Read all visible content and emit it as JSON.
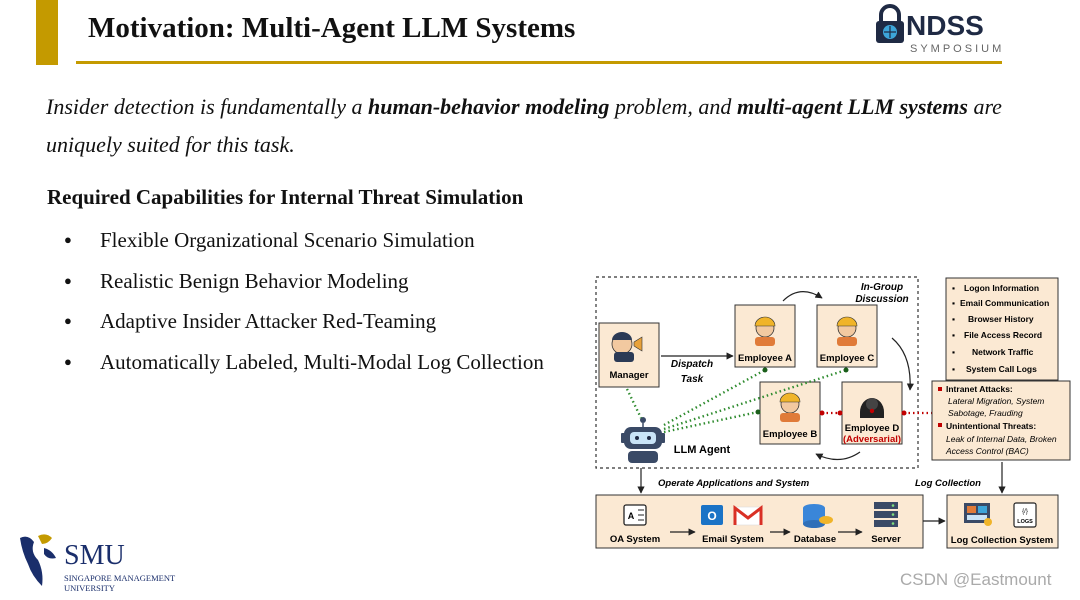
{
  "slide": {
    "title": "Motivation: Multi-Agent LLM Systems",
    "intro": {
      "p1": "Insider detection is fundamentally a ",
      "b1": "human-behavior modeling",
      "p2": " problem, and ",
      "b2": "multi-agent LLM systems",
      "p3": " are uniquely suited for this task."
    },
    "capabilities_heading": "Required Capabilities for Internal Threat Simulation",
    "capabilities": [
      "Flexible Organizational Scenario Simulation",
      "Realistic Benign Behavior Modeling",
      "Adaptive Insider Attacker Red-Teaming",
      "Automatically Labeled, Multi-Modal Log Collection"
    ]
  },
  "logos": {
    "ndss": {
      "word": "NDSS",
      "sub": "SYMPOSIUM"
    },
    "smu": {
      "word": "SMU",
      "sub_line1": "SINGAPORE MANAGEMENT",
      "sub_line2": "UNIVERSITY"
    }
  },
  "watermark": "CSDN @Eastmount",
  "diagram": {
    "manager": "Manager",
    "dispatch_line1": "Dispatch",
    "dispatch_line2": "Task",
    "in_group_line1": "In-Group",
    "in_group_line2": "Discussion",
    "employee_a": "Employee A",
    "employee_b": "Employee B",
    "employee_c": "Employee C",
    "employee_d": "Employee D",
    "adversarial": "(Adversarial)",
    "llm_agent": "LLM Agent",
    "operate": "Operate Applications and System",
    "log_collection": "Log Collection",
    "logs": [
      "Logon Information",
      "Email Communication",
      "Browser History",
      "File Access Record",
      "Network Traffic",
      "System Call Logs"
    ],
    "intranet_title": "Intranet Attacks:",
    "intranet_line1": "Lateral Migration, System",
    "intranet_line2": "Sabotage, Frauding",
    "unintentional_title": "Unintentional Threats:",
    "unintentional_line1": "Leak of Internal Data, Broken",
    "unintentional_line2": "Access Control (BAC)",
    "systems": [
      "OA System",
      "Email System",
      "Database",
      "Server"
    ],
    "log_collection_system": "Log Collection System",
    "logs_icon_label": "LOGS"
  },
  "colors": {
    "gold": "#c49a00",
    "box_fill": "#fbe9d3",
    "adversarial_red": "#c00000",
    "dotted_green": "#2e8b2e",
    "dotted_red": "#c00000",
    "smu_blue": "#1a2e6b"
  }
}
